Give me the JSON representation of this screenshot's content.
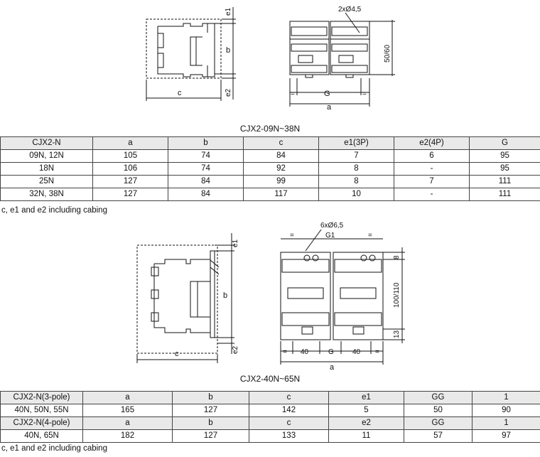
{
  "section1": {
    "dim_labels": {
      "hole": "2xØ4,5",
      "e1": "e1",
      "b": "b",
      "e2": "e2",
      "c": "c",
      "G": "G",
      "a": "a",
      "h": "50/60",
      "eq": "="
    },
    "caption": "CJX2-09N~38N",
    "table": {
      "headers": [
        "CJX2-N",
        "a",
        "b",
        "c",
        "e1(3P)",
        "e2(4P)",
        "G"
      ],
      "rows": [
        [
          "09N, 12N",
          "105",
          "74",
          "84",
          "7",
          "6",
          "95"
        ],
        [
          "18N",
          "106",
          "74",
          "92",
          "8",
          "-",
          "95"
        ],
        [
          "25N",
          "127",
          "84",
          "99",
          "8",
          "7",
          "111"
        ],
        [
          "32N, 38N",
          "127",
          "84",
          "117",
          "10",
          "-",
          "111"
        ]
      ]
    },
    "note": "c, e1 and e2 including cabing"
  },
  "section2": {
    "dim_labels": {
      "hole": "6xØ6,5",
      "G1": "G1",
      "e1": "e1",
      "b": "b",
      "e2": "e2",
      "c": "c",
      "d40a": "40",
      "G": "G",
      "d40b": "40",
      "a": "a",
      "h": "100/110",
      "top": "8",
      "bottom": "13",
      "eq": "="
    },
    "caption": "CJX2-40N~65N",
    "table": {
      "header1": [
        "CJX2-N(3-pole)",
        "a",
        "b",
        "c",
        "e1",
        "GG",
        "1"
      ],
      "row1": [
        "40N, 50N, 55N",
        "165",
        "127",
        "142",
        "5",
        "50",
        "90"
      ],
      "header2": [
        "CJX2-N(4-pole)",
        "a",
        "b",
        "c",
        "e2",
        "GG",
        "1"
      ],
      "row2": [
        "40N, 65N",
        "182",
        "127",
        "133",
        "11",
        "57",
        "97"
      ]
    },
    "note": "c, e1 and e2 including cabing"
  }
}
